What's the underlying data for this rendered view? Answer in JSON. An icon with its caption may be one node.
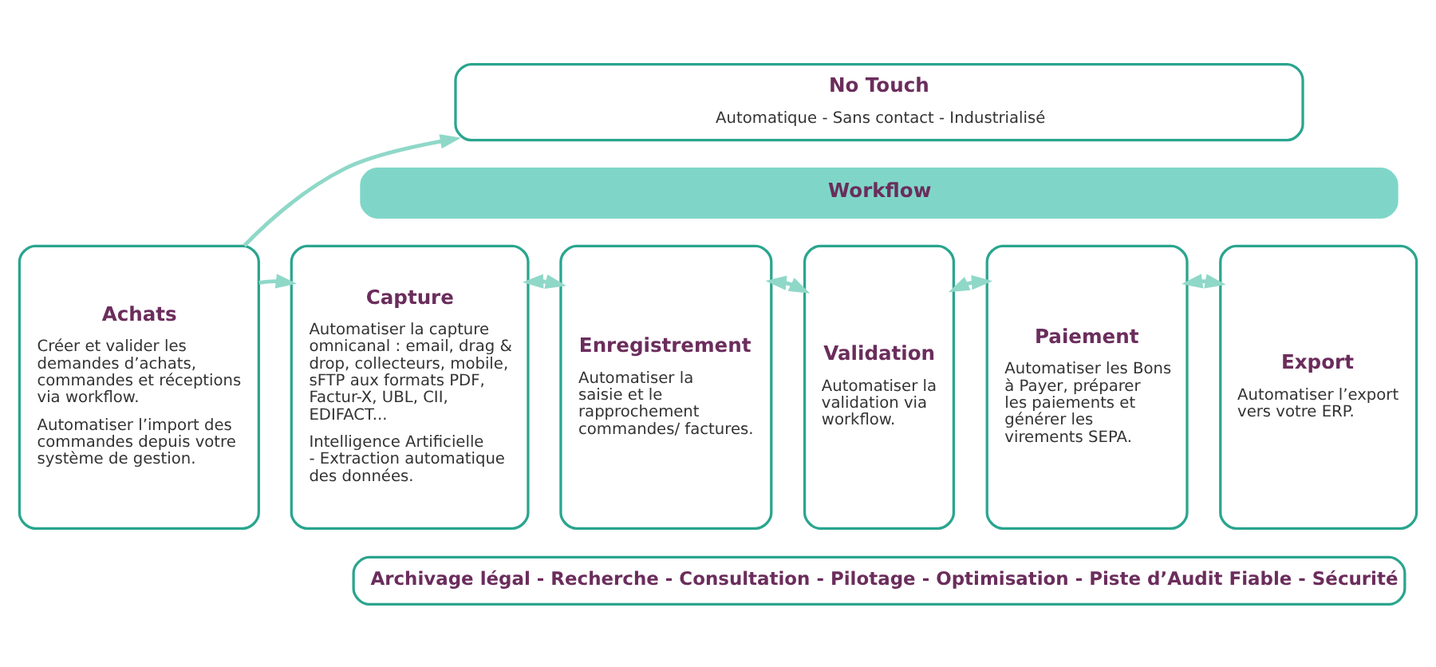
{
  "diagram": {
    "nodes": [
      {
        "text": [
          "Achats",
          "Créer et valider les demandes d’achats, commandes et réceptions via workflow.",
          "Automatiser l’import des commandes depuis votre système de gestion."
        ]
      },
      {
        "text": [
          "No Touch",
          "Automatique - Sans contact - Industrialisé"
        ]
      },
      {
        "text": [
          "Workflow"
        ]
      },
      {
        "text": [
          "Capture",
          "Automatiser la capture omnicanal : email, drag & drop, collecteurs, mobile, sFTP aux formats PDF, Factur-X, UBL, CII, EDIFACT...",
          "Intelligence Artificielle - Extraction automatique des données."
        ]
      },
      {
        "text": [
          "Enregistrement",
          "Automatiser la saisie et le rapprochement commandes/ factures."
        ]
      },
      {
        "text": [
          "Validation",
          "Automatiser la validation via workflow."
        ]
      },
      {
        "text": [
          "Paiement",
          "Automatiser les Bons à Payer, préparer les paiements et générer les virements SEPA."
        ]
      },
      {
        "text": [
          "Export",
          "Automatiser l’export vers votre ERP."
        ]
      },
      {
        "text": [
          "Archivage légal - Recherche - Consultation - Pilotage - Optimisation - Piste d’Audit Fiable - Sécurité"
        ]
      }
    ],
    "edges": [
      {
        "from": 0,
        "to": 1,
        "arrow": "to"
      },
      {
        "from": 0,
        "to": 3,
        "arrow": "to"
      },
      {
        "from": 3,
        "to": 4,
        "arrow": "both"
      },
      {
        "from": 4,
        "to": 5,
        "arrow": "both"
      },
      {
        "from": 5,
        "to": 6,
        "arrow": "both"
      },
      {
        "from": 6,
        "to": 7,
        "arrow": "both"
      }
    ]
  }
}
